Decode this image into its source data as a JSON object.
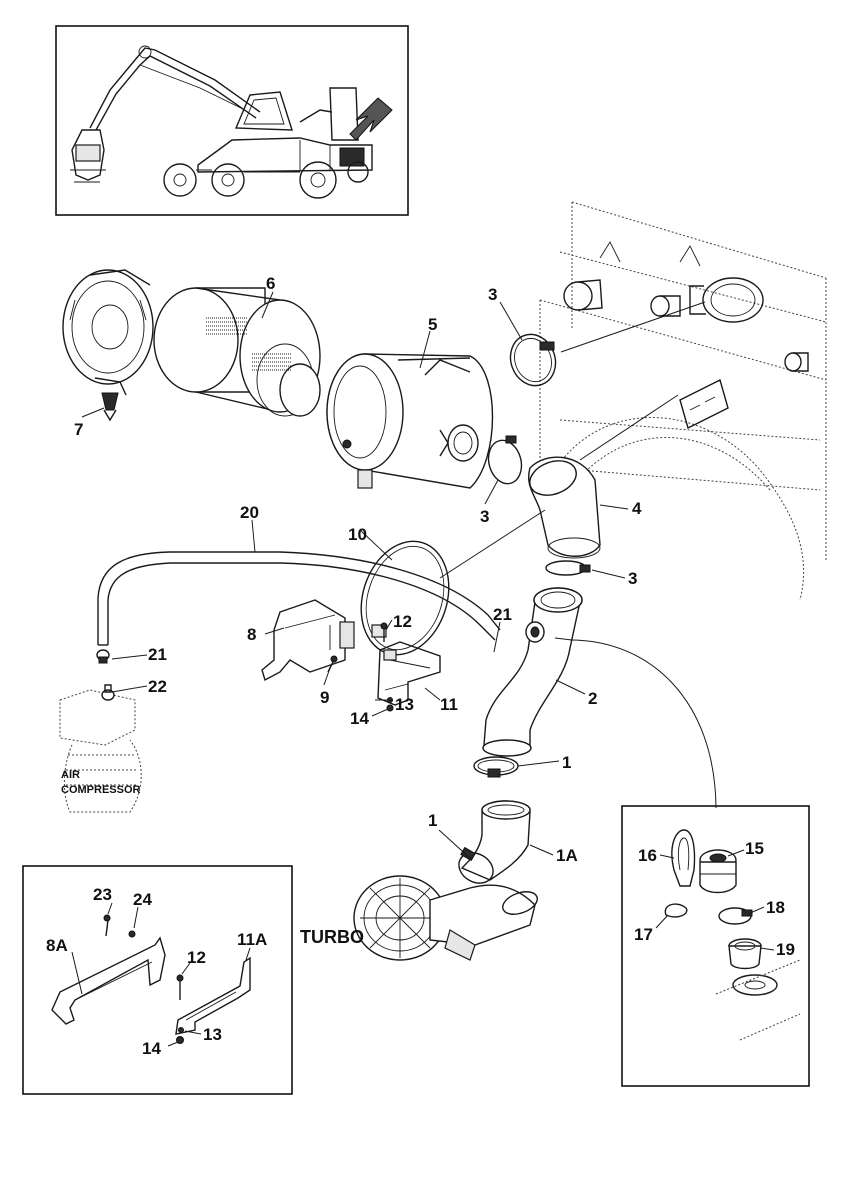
{
  "callouts": {
    "c1a": "1",
    "c1b": "1",
    "c1A": "1A",
    "c2": "2",
    "c3a": "3",
    "c3b": "3",
    "c3c": "3",
    "c4": "4",
    "c5": "5",
    "c6": "6",
    "c7": "7",
    "c8": "8",
    "c8A": "8A",
    "c9": "9",
    "c10": "10",
    "c11": "11",
    "c11A": "11A",
    "c12a": "12",
    "c12b": "12",
    "c13a": "13",
    "c13b": "13",
    "c14a": "14",
    "c14b": "14",
    "c15": "15",
    "c16": "16",
    "c17": "17",
    "c18": "18",
    "c19": "19",
    "c20": "20",
    "c21a": "21",
    "c21b": "21",
    "c22": "22",
    "c23": "23",
    "c24": "24"
  },
  "labels": {
    "turbo": "TURBO",
    "air_compressor_line1": "AIR",
    "air_compressor_line2": "COMPRESSOR"
  }
}
